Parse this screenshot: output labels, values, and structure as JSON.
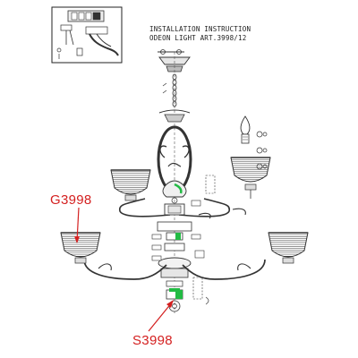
{
  "header": {
    "line1": "INSTALLATION INSTRUCTION",
    "line2": "ODEON LIGHT ART.3998/12"
  },
  "callouts": {
    "glass": "G3998",
    "socket": "S3998"
  },
  "colors": {
    "callout": "#d42020",
    "line": "#333333",
    "highlight": "#22bb44"
  },
  "icons": [
    "wiring-box-icon",
    "bulb-icon",
    "shade-icon",
    "arm-icon",
    "chain-icon"
  ]
}
